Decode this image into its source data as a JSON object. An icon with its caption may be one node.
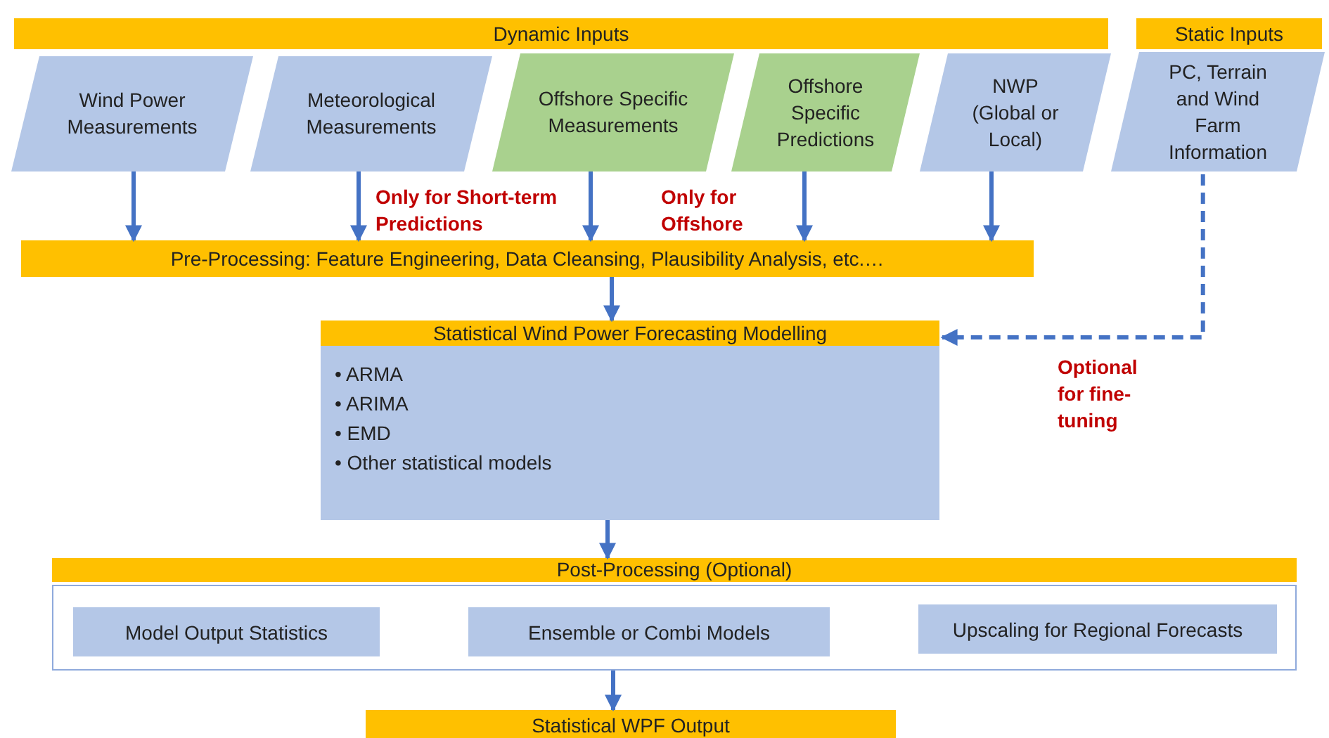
{
  "diagram": {
    "nodes": [
      {
        "text": [
          "Dynamic Inputs"
        ]
      },
      {
        "text": [
          "Static Inputs"
        ]
      },
      {
        "text": [
          "Wind Power Measurements"
        ]
      },
      {
        "text": [
          "Meteorological Measurements"
        ]
      },
      {
        "text": [
          "Offshore Specific Measurements"
        ]
      },
      {
        "text": [
          "Offshore Specific Predictions"
        ]
      },
      {
        "text": [
          "NWP (Global or Local)"
        ]
      },
      {
        "text": [
          "PC, Terrain and Wind Farm Information"
        ]
      },
      {
        "text": [
          "Pre-Processing: Feature Engineering, Data Cleansing, Plausibility Analysis, etc.…"
        ]
      },
      {
        "text": [
          "Statistical Wind Power Forecasting Modelling",
          "• ARMA",
          "• ARIMA",
          "• EMD",
          "• Other statistical models"
        ]
      },
      {
        "text": [
          "Post-Processing (Optional)"
        ]
      },
      {
        "text": [
          "Model Output Statistics"
        ],
        "in": 10
      },
      {
        "text": [
          "Ensemble or Combi Models"
        ],
        "in": 10
      },
      {
        "text": [
          "Upscaling for Regional Forecasts"
        ],
        "in": 10
      },
      {
        "text": [
          "Statistical WPF Output"
        ]
      }
    ],
    "edges": [
      {
        "from": 2,
        "to": 8,
        "arrow": "to"
      },
      {
        "from": 3,
        "to": 8,
        "arrow": "to"
      },
      {
        "from": 4,
        "to": 8,
        "arrow": "to"
      },
      {
        "from": 5,
        "to": 8,
        "arrow": "to"
      },
      {
        "from": 6,
        "to": 8,
        "arrow": "to"
      },
      {
        "from": 8,
        "to": 9,
        "arrow": "to"
      },
      {
        "from": 7,
        "to": 9,
        "arrow": "to",
        "label": "Optional for fine-tuning",
        "style": "dashed"
      },
      {
        "from": 9,
        "to": 10,
        "arrow": "to"
      },
      {
        "from": 10,
        "to": 14,
        "arrow": "to"
      }
    ],
    "labels": [
      "Only for Short-term Predictions",
      "Only for Offshore"
    ]
  }
}
